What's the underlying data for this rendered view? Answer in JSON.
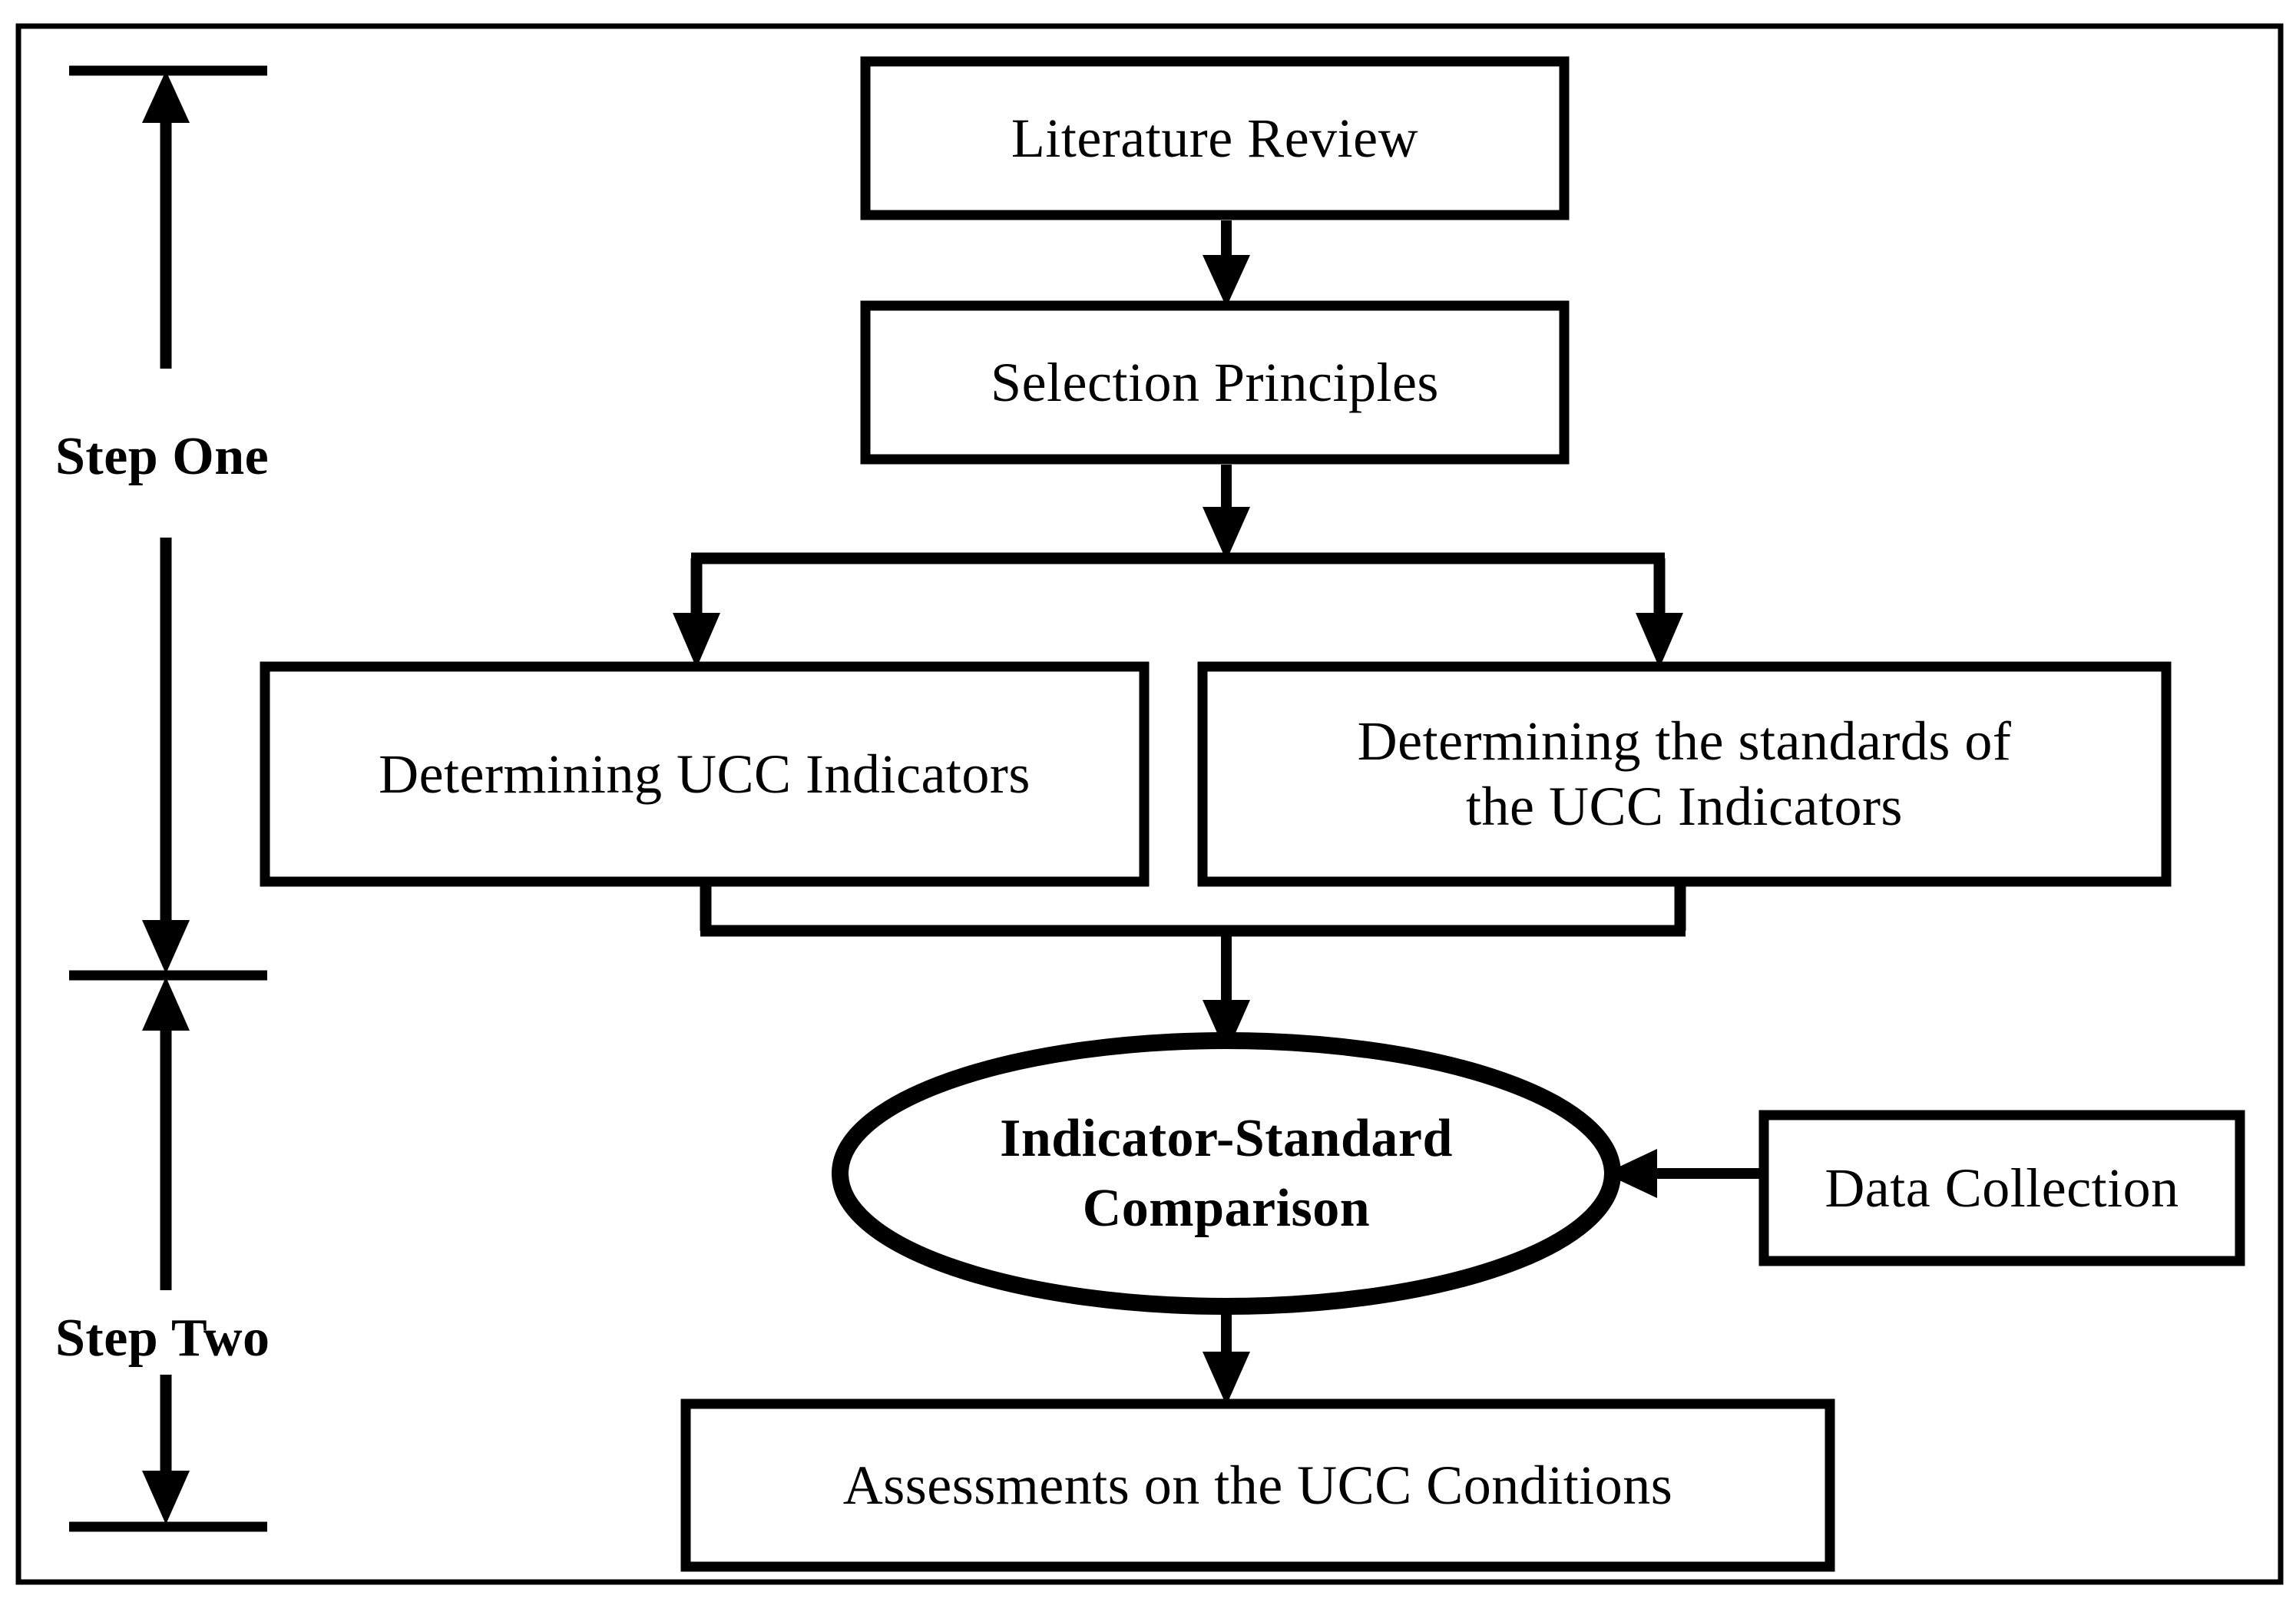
{
  "figure": {
    "type": "flowchart",
    "title": "UCC assessment research framework",
    "background_color": "#ffffff",
    "line_color": "#000000",
    "frame": {
      "stroke": "#000000",
      "stroke_width": 7
    }
  },
  "steps": [
    {
      "id": "step-one",
      "label": "Step One"
    },
    {
      "id": "step-two",
      "label": "Step Two"
    }
  ],
  "nodes": [
    {
      "id": "literature-review",
      "shape": "rectangle",
      "label": "Literature Review",
      "bold": false
    },
    {
      "id": "selection-principles",
      "shape": "rectangle",
      "label": "Selection Principles",
      "bold": false
    },
    {
      "id": "determining-ucc-indicators",
      "shape": "rectangle",
      "label": "Determining UCC Indicators",
      "bold": false
    },
    {
      "id": "determining-standards",
      "shape": "rectangle",
      "label": "Determining the standards of\nthe UCC Indicators",
      "bold": false
    },
    {
      "id": "indicator-standard-comparison",
      "shape": "ellipse",
      "label": "Indicator-Standard\nComparison",
      "bold": true
    },
    {
      "id": "data-collection",
      "shape": "rectangle",
      "label": "Data Collection",
      "bold": false
    },
    {
      "id": "assessments-ucc-conditions",
      "shape": "rectangle",
      "label": "Assessments on the UCC Conditions",
      "bold": false
    }
  ],
  "edges": [
    {
      "from": "literature-review",
      "to": "selection-principles",
      "direction": "down"
    },
    {
      "from": "selection-principles",
      "to": "determining-ucc-indicators",
      "direction": "down-split-left"
    },
    {
      "from": "selection-principles",
      "to": "determining-standards",
      "direction": "down-split-right"
    },
    {
      "from": "determining-ucc-indicators",
      "to": "indicator-standard-comparison",
      "direction": "down-merge"
    },
    {
      "from": "determining-standards",
      "to": "indicator-standard-comparison",
      "direction": "down-merge"
    },
    {
      "from": "data-collection",
      "to": "indicator-standard-comparison",
      "direction": "left"
    },
    {
      "from": "indicator-standard-comparison",
      "to": "assessments-ucc-conditions",
      "direction": "down"
    }
  ]
}
